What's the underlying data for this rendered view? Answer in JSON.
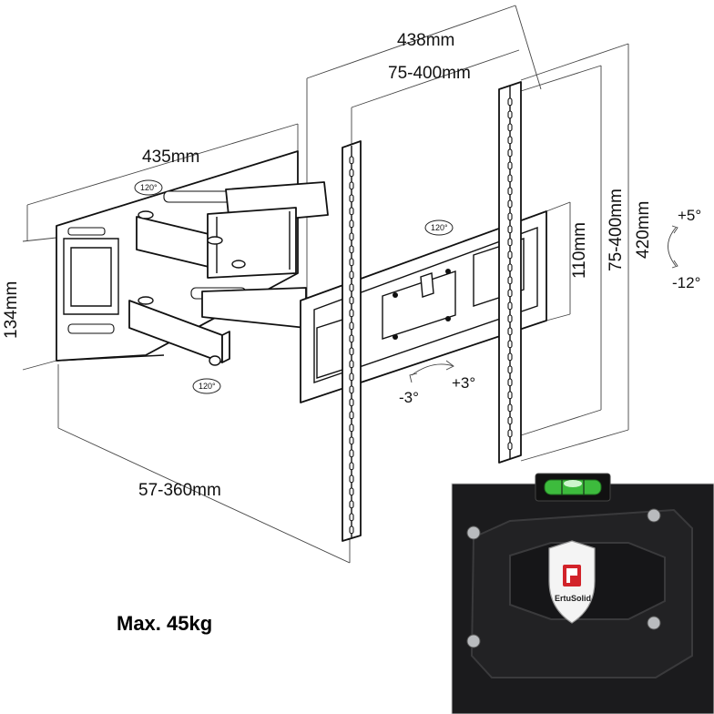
{
  "dimensions": {
    "plate_width": "438mm",
    "vesa_horizontal": "75-400mm",
    "wall_plate_width": "435mm",
    "wall_plate_height": "134mm",
    "arm_extension": "57-360mm",
    "tv_plate_height": "110mm",
    "vesa_vertical": "75-400mm",
    "arm_height": "420mm"
  },
  "angles": {
    "tilt_up": "+5°",
    "tilt_down": "-12°",
    "level_minus": "-3°",
    "level_plus": "+3°",
    "swivel_wall": "120°",
    "swivel_tv": "120°",
    "swivel_bottom": "120°"
  },
  "max_load": "Max. 45kg",
  "inset": {
    "brand": "ErtuSolid"
  },
  "colors": {
    "level_bubble": "#3dbb3d",
    "inset_plate": "#1b1b1d",
    "shield_red": "#d2232a"
  }
}
